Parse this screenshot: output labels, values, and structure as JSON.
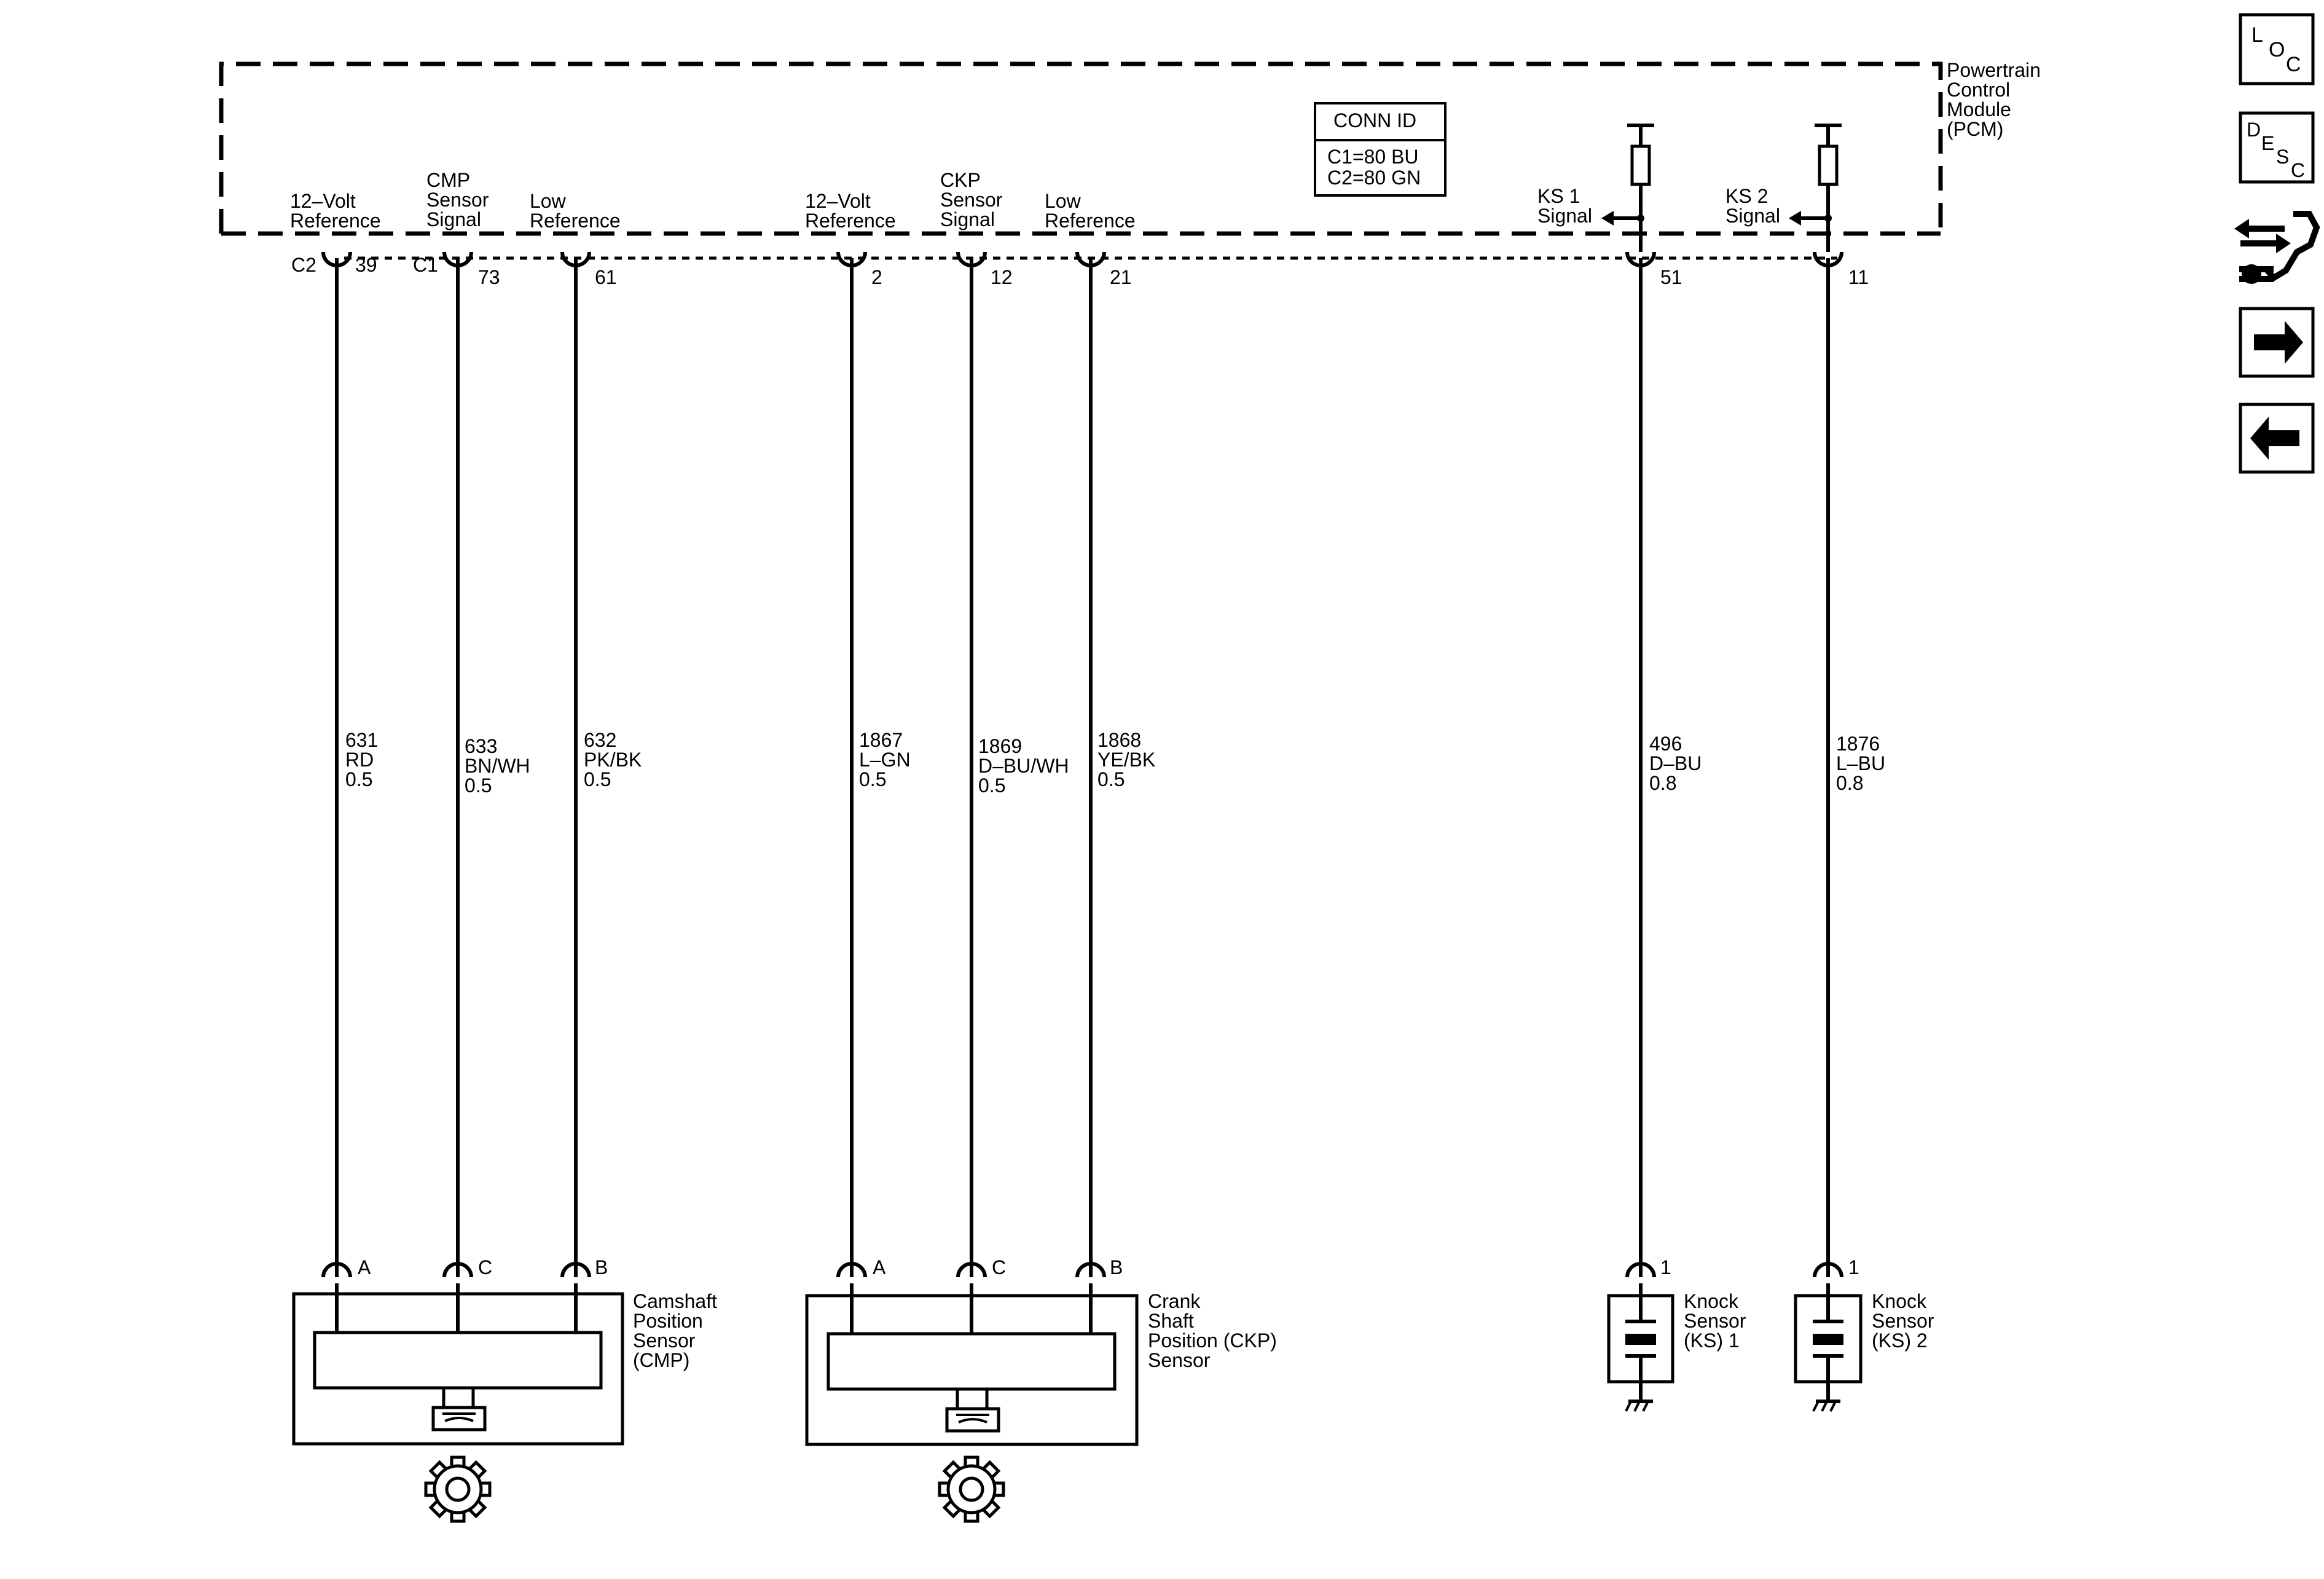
{
  "pcm": {
    "label_lines": [
      "Powertrain",
      "Control",
      "Module",
      "(PCM)"
    ],
    "conn_id": {
      "title": "CONN ID",
      "lines": [
        "C1=80 BU",
        "C2=80 GN"
      ]
    }
  },
  "pins": [
    {
      "id": "p1",
      "label_lines": [
        "12–Volt",
        "Reference"
      ],
      "conn": "C2",
      "number": "39",
      "wire": [
        "631",
        "RD",
        "0.5"
      ]
    },
    {
      "id": "p2",
      "label_lines": [
        "CMP",
        "Sensor",
        "Signal"
      ],
      "conn": "C1",
      "number": "73",
      "wire": [
        "633",
        "BN/WH",
        "0.5"
      ]
    },
    {
      "id": "p3",
      "label_lines": [
        "Low",
        "Reference"
      ],
      "conn": "",
      "number": "61",
      "wire": [
        "632",
        "PK/BK",
        "0.5"
      ]
    },
    {
      "id": "p4",
      "label_lines": [
        "12–Volt",
        "Reference"
      ],
      "conn": "",
      "number": "2",
      "wire": [
        "1867",
        "L–GN",
        "0.5"
      ]
    },
    {
      "id": "p5",
      "label_lines": [
        "CKP",
        "Sensor",
        "Signal"
      ],
      "conn": "",
      "number": "12",
      "wire": [
        "1869",
        "D–BU/WH",
        "0.5"
      ]
    },
    {
      "id": "p6",
      "label_lines": [
        "Low",
        "Reference"
      ],
      "conn": "",
      "number": "21",
      "wire": [
        "1868",
        "YE/BK",
        "0.5"
      ]
    },
    {
      "id": "p7",
      "label_lines": [
        "KS 1",
        "Signal"
      ],
      "conn": "",
      "number": "51",
      "wire": [
        "496",
        "D–BU",
        "0.8"
      ]
    },
    {
      "id": "p8",
      "label_lines": [
        "KS 2",
        "Signal"
      ],
      "conn": "",
      "number": "11",
      "wire": [
        "1876",
        "L–BU",
        "0.8"
      ]
    }
  ],
  "components": {
    "cmp": {
      "label_lines": [
        "Camshaft",
        "Position",
        "Sensor",
        "(CMP)"
      ],
      "terminals": [
        "A",
        "C",
        "B"
      ]
    },
    "ckp": {
      "label_lines": [
        "Crank",
        "Shaft",
        "Position (CKP)",
        "Sensor"
      ],
      "terminals": [
        "A",
        "C",
        "B"
      ]
    },
    "ks1": {
      "label_lines": [
        "Knock",
        "Sensor",
        "(KS) 1"
      ],
      "terminal": "1"
    },
    "ks2": {
      "label_lines": [
        "Knock",
        "Sensor",
        "(KS) 2"
      ],
      "terminal": "1"
    }
  },
  "nav": {
    "loc": [
      "L",
      "O",
      "C"
    ],
    "desc": [
      "D",
      "E",
      "S",
      "C"
    ],
    "icons": [
      "connector-tool-icon",
      "arrow-right-icon",
      "arrow-left-icon"
    ]
  }
}
